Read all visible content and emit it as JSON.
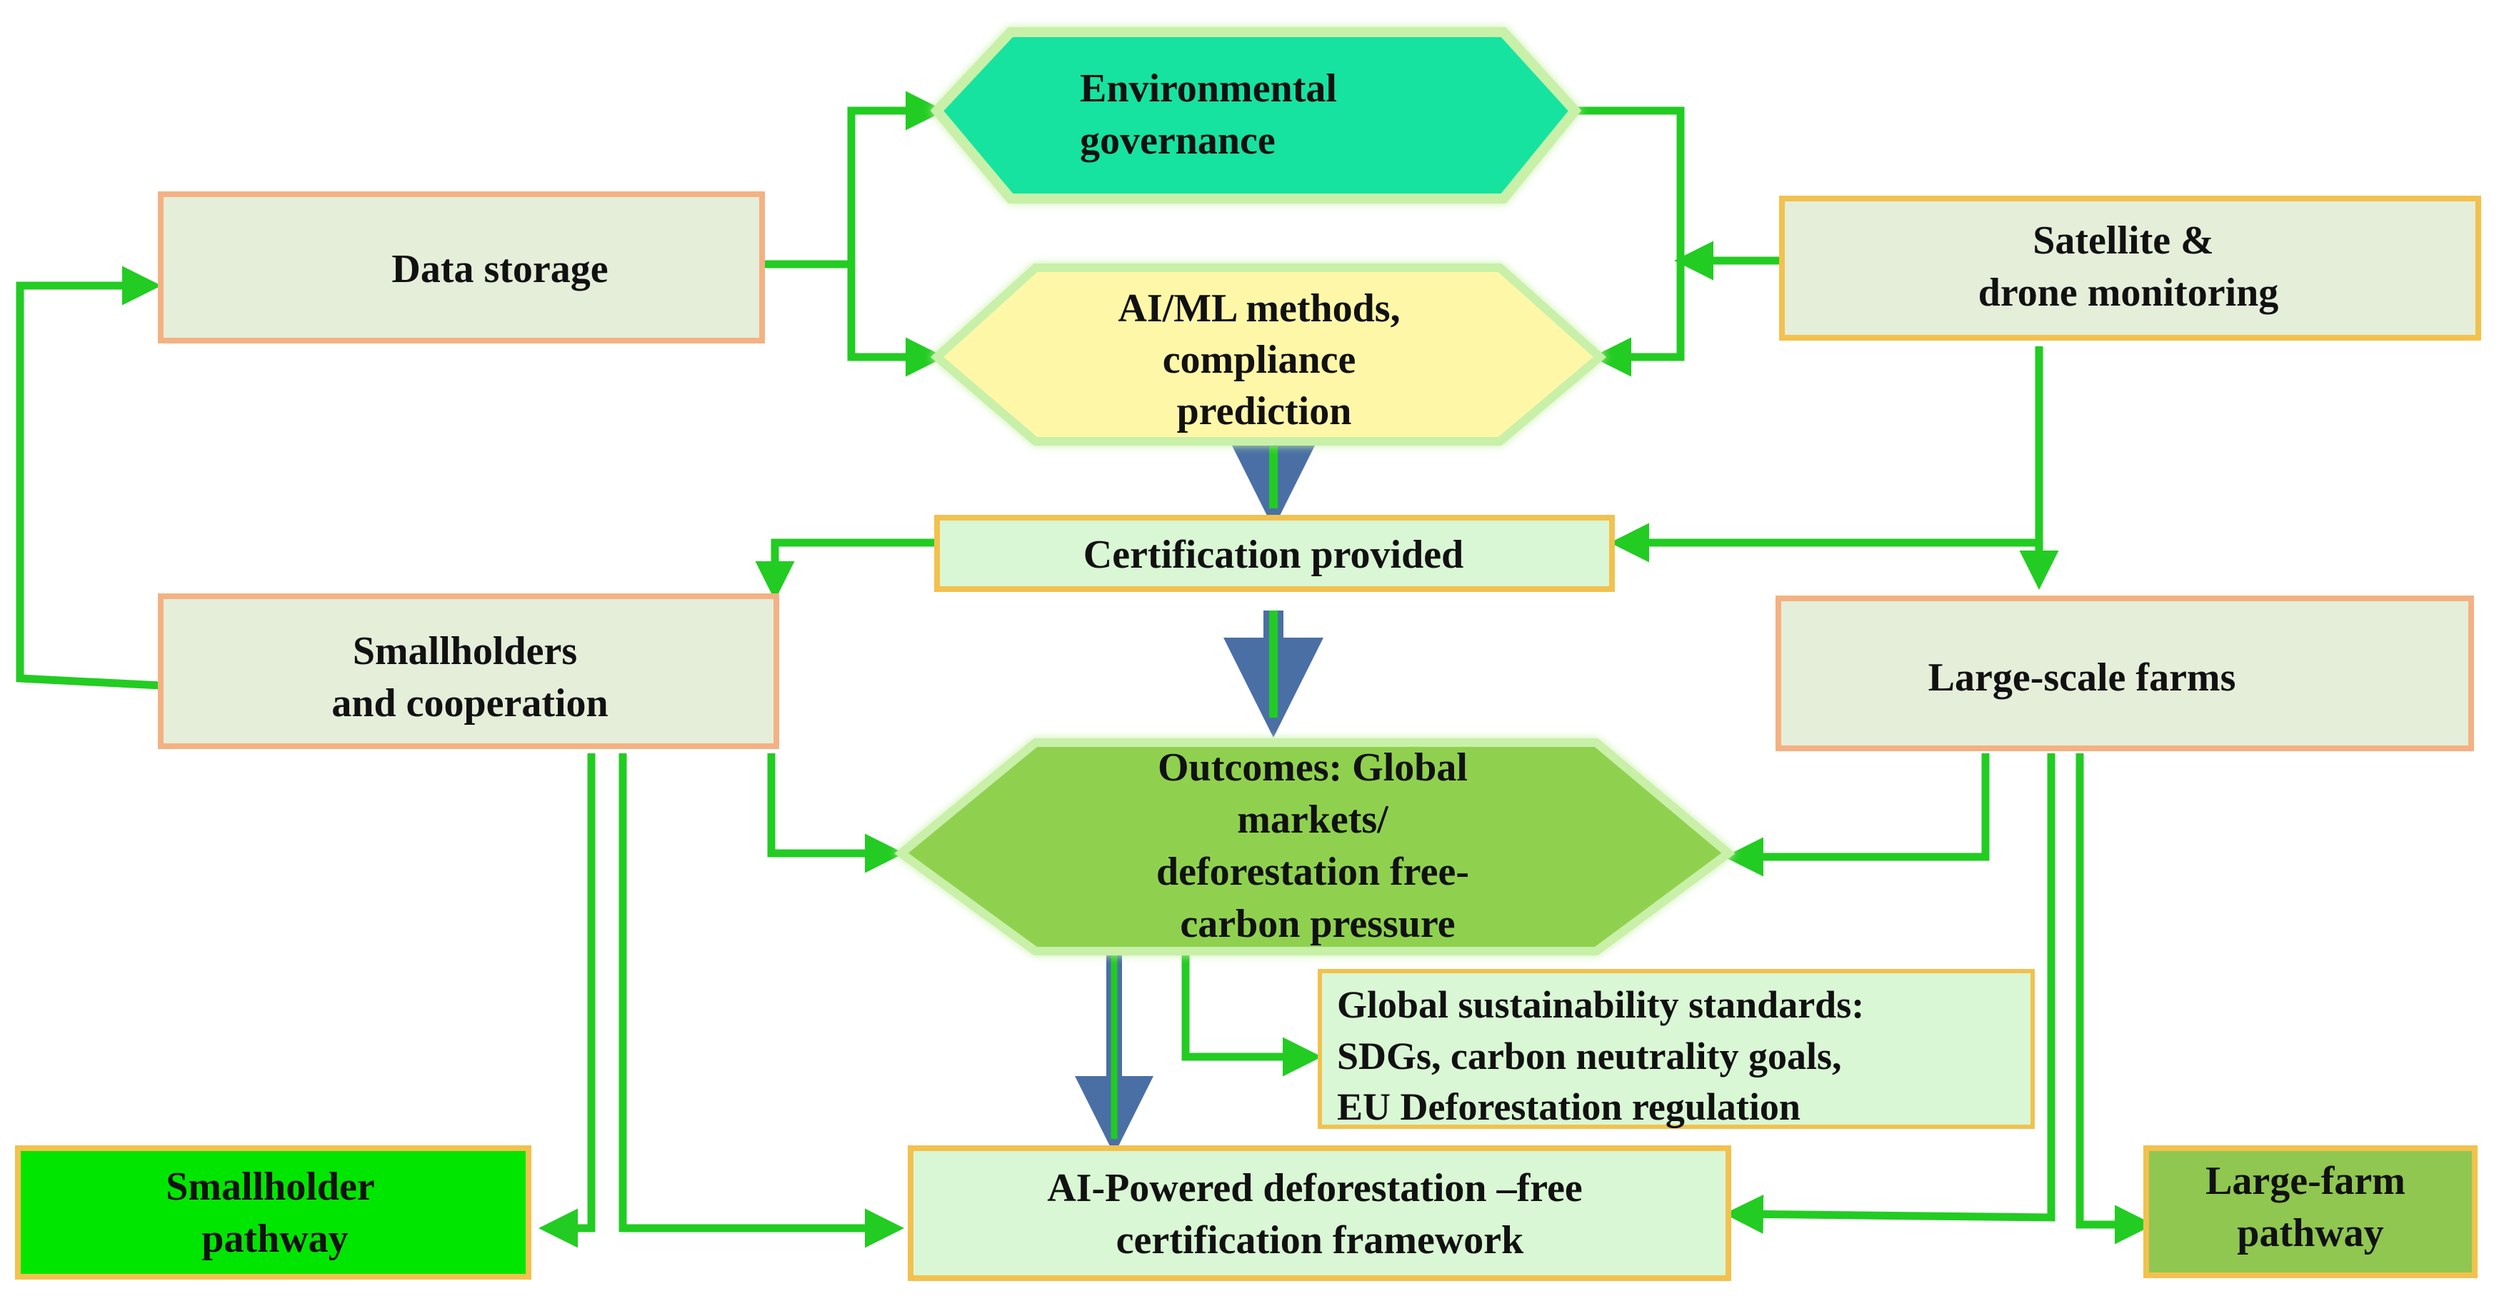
{
  "diagram": {
    "nodes": {
      "environmental_governance": {
        "lines": [
          "Environmental",
          "governance"
        ],
        "fill": "#19e3a0"
      },
      "ai_ml_methods": {
        "lines": [
          "AI/ML methods,",
          "compliance",
          "prediction"
        ],
        "fill": "#fff7a8"
      },
      "data_storage": {
        "lines": [
          "Data storage"
        ],
        "fill": "#e4eed9"
      },
      "satellite_drone": {
        "lines": [
          "Satellite &",
          "drone monitoring"
        ],
        "fill": "#e4eed9"
      },
      "certification_provided": {
        "lines": [
          "Certification provided"
        ],
        "fill": "#d9f7d4"
      },
      "smallholders_cooperation": {
        "lines": [
          "Smallholders",
          "and cooperation"
        ],
        "fill": "#e4eed9"
      },
      "large_scale_farms": {
        "lines": [
          "Large-scale farms"
        ],
        "fill": "#e4eed9"
      },
      "outcomes": {
        "lines": [
          "Outcomes: Global",
          "markets/",
          "deforestation free-",
          "carbon pressure"
        ],
        "fill": "#8fd14f"
      },
      "global_standards": {
        "lines": [
          "Global sustainability standards:",
          "SDGs, carbon neutrality goals,",
          "EU Deforestation regulation"
        ],
        "fill": "#d9f7d4"
      },
      "ai_powered_framework": {
        "lines": [
          "AI-Powered deforestation –free",
          "certification framework"
        ],
        "fill": "#d9f7d4"
      },
      "smallholder_pathway": {
        "lines": [
          "Smallholder",
          "pathway"
        ],
        "fill": "#00e600"
      },
      "large_farm_pathway": {
        "lines": [
          "Large-farm",
          "pathway"
        ],
        "fill": "#8fc750"
      }
    },
    "colors": {
      "arrow_green": "#22cc22",
      "arrow_blue": "#4a6fa5",
      "rect_border": "#f4b183",
      "box_border_yellow": "#f2c14e",
      "glow": "#c8f0a8"
    }
  }
}
